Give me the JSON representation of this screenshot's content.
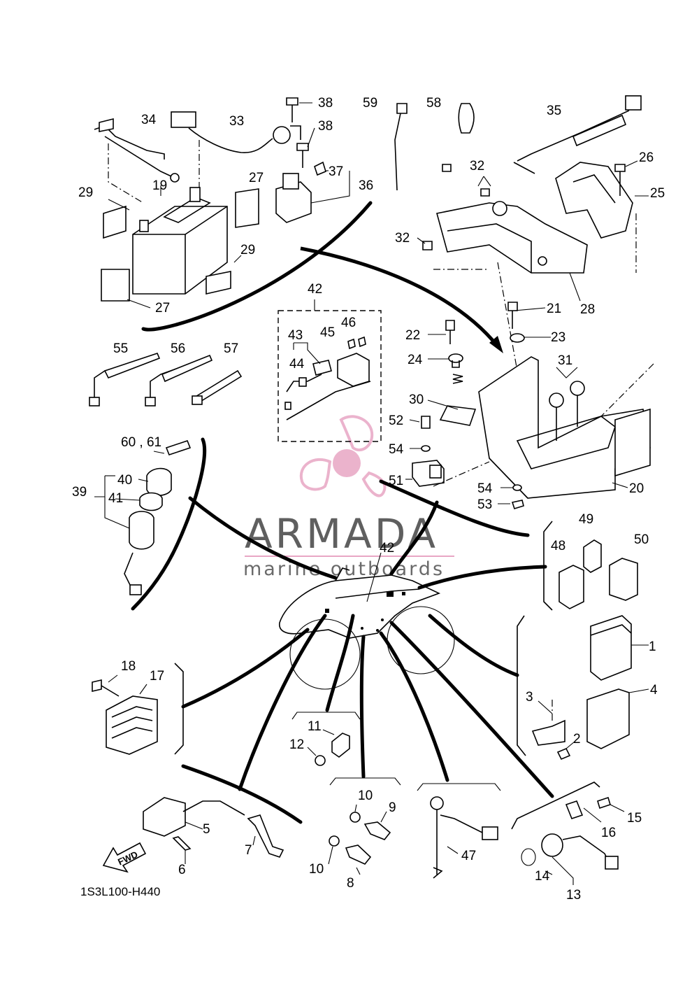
{
  "diagram_code": "1S3L100-H440",
  "fwd_label": "FWD",
  "watermark": {
    "brand": "ARMADA",
    "subtitle": "marine outboards",
    "logo_color": "#e8a6c4"
  },
  "part_labels": {
    "p1": "1",
    "p2": "2",
    "p3": "3",
    "p4": "4",
    "p5": "5",
    "p6": "6",
    "p7": "7",
    "p8": "8",
    "p9": "9",
    "p10a": "10",
    "p10b": "10",
    "p11": "11",
    "p12": "12",
    "p13": "13",
    "p14": "14",
    "p15": "15",
    "p16": "16",
    "p17": "17",
    "p18": "18",
    "p19": "19",
    "p20": "20",
    "p21": "21",
    "p22": "22",
    "p23": "23",
    "p24": "24",
    "p25": "25",
    "p26": "26",
    "p27a": "27",
    "p27b": "27",
    "p28": "28",
    "p29a": "29",
    "p29b": "29",
    "p30": "30",
    "p31": "31",
    "p32a": "32",
    "p32b": "32",
    "p33": "33",
    "p34": "34",
    "p35": "35",
    "p36": "36",
    "p37": "37",
    "p38a": "38",
    "p38b": "38",
    "p39": "39",
    "p40": "40",
    "p41": "41",
    "p42a": "42",
    "p42b": "42",
    "p43": "43",
    "p44": "44",
    "p45": "45",
    "p46": "46",
    "p47": "47",
    "p48": "48",
    "p49": "49",
    "p50": "50",
    "p51": "51",
    "p52": "52",
    "p53": "53",
    "p54a": "54",
    "p54b": "54",
    "p55": "55",
    "p56": "56",
    "p57": "57",
    "p58": "58",
    "p59": "59",
    "p60_61": "60 , 61"
  }
}
